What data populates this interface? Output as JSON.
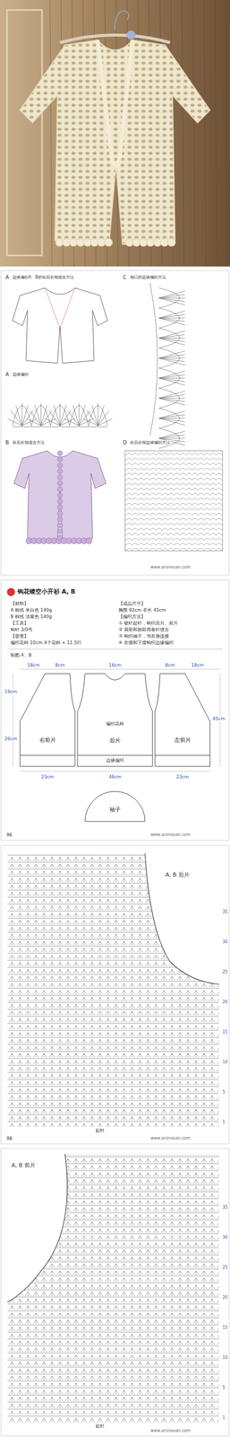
{
  "diagram": {
    "title": "钩花镂空小开衫 A, B",
    "nodes": [
      {
        "text": [
          "右前片"
        ]
      },
      {
        "text": [
          "后片"
        ]
      },
      {
        "text": [
          "左前片"
        ]
      },
      {
        "text": [
          "袖子"
        ]
      }
    ],
    "labels": [
      "A",
      "边缘编织A、B的前后衣领缝合方法",
      "C",
      "袖口的边缘编织方法",
      "A",
      "边缘编织",
      "B",
      "前后衣领缝合方法",
      "D",
      "前后衣领边缘编织方法",
      "www.arsinesan.com",
      "【材料】",
      "A 棉线 米白色 140g",
      "B 棉线 淡紫色 140g",
      "【工具】",
      "钩针 3/0号",
      "【密度】",
      "编织花样 10cm 4个花样 × 11.5行",
      "【成品尺寸】",
      "胸围 92cm 衣长 45cm",
      "【编织方法】",
      "① 锁针起针，钩织后片、前片",
      "② 肩部和胁部用卷针缝合",
      "③ 钩织袖子，与衣身连接",
      "④ 衣领和下摆钩织边缘编织",
      "制图 A、B",
      "18cm",
      "8cm",
      "16cm",
      "8cm",
      "18cm",
      "19cm",
      "26cm",
      "45cm",
      "46cm",
      "23cm",
      "23cm",
      "边缘编织",
      "编织花样",
      "www.arsinesan.com",
      "96",
      "A, B 后片",
      "1",
      "5",
      "10",
      "15",
      "20",
      "25",
      "30",
      "35",
      "www.arsinesan.com",
      "A, B 前片",
      "1",
      "5",
      "10",
      "15",
      "20",
      "25",
      "30",
      "35",
      "www.arsinesan.com",
      "起针",
      "起针",
      "98"
    ]
  }
}
